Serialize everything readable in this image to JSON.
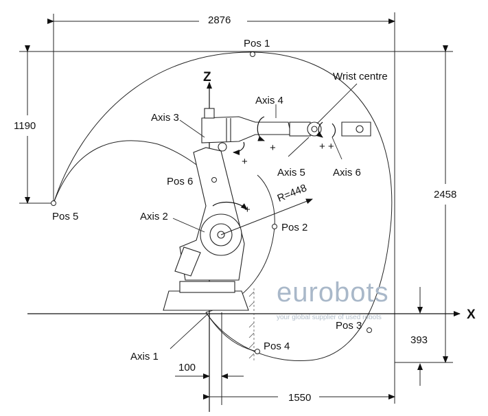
{
  "dimensions": {
    "top_width": "2876",
    "left_height": "1190",
    "right_height": "2458",
    "bottom_right_height": "393",
    "base_offset": "100",
    "bottom_width": "1550",
    "radius": "R=448"
  },
  "axes": {
    "z": "Z",
    "x": "X"
  },
  "positions": {
    "pos1": "Pos 1",
    "pos2": "Pos 2",
    "pos3": "Pos 3",
    "pos4": "Pos 4",
    "pos5": "Pos 5",
    "pos6": "Pos 6"
  },
  "robot_axes": {
    "axis1": "Axis 1",
    "axis2": "Axis 2",
    "axis3": "Axis 3",
    "axis4": "Axis 4",
    "axis5": "Axis 5",
    "axis6": "Axis 6"
  },
  "wrist_centre": "Wrist centre",
  "rotation_signs": [
    "+",
    "+",
    "+",
    "+ +"
  ],
  "watermark": {
    "brand": "eurobots",
    "tagline": "your global supplier of used robots"
  }
}
